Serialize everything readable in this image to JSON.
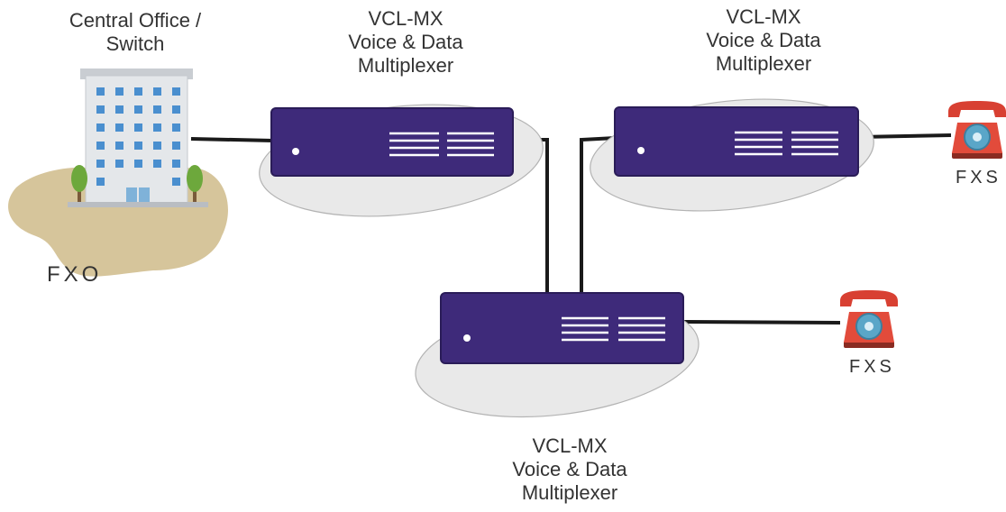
{
  "office": {
    "label_line1": "Central Office /",
    "label_line2": "Switch",
    "interface": "FXO"
  },
  "mux_top_left": {
    "line1": "VCL-MX",
    "line2": "Voice & Data",
    "line3": "Multiplexer"
  },
  "mux_top_right": {
    "line1": "VCL-MX",
    "line2": "Voice & Data",
    "line3": "Multiplexer"
  },
  "mux_bottom": {
    "line1": "VCL-MX",
    "line2": "Voice & Data",
    "line3": "Multiplexer"
  },
  "phone_right": {
    "interface": "FXS"
  },
  "phone_bottom": {
    "interface": "FXS"
  },
  "colors": {
    "device": "#3e2a7a",
    "device_edge": "#2a1c58",
    "ellipse": "#e9e9e9",
    "ellipse_stroke": "#b3b3b3",
    "link": "#1a1a1a",
    "ground": "#d6c59b",
    "phone": "#e24b3b",
    "dial": "#5aa6c8"
  }
}
